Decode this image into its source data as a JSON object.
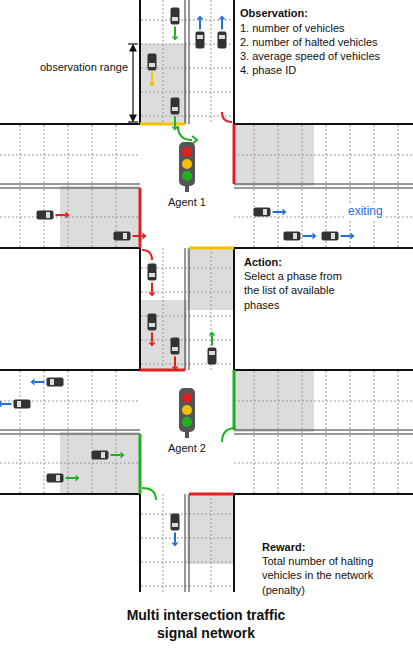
{
  "diagram": {
    "caption": "Multi intersection traffic signal network",
    "labels": [
      "observation range",
      "Observation:",
      "1. number of vehicles",
      "2. number of halted vehicles",
      "3. average speed of vehicles",
      "4. phase ID",
      "Agent 1",
      "exiting",
      "Action:",
      "Select a phase from the list of available phases",
      "Agent 2",
      "Reward:",
      "Total number of halting vehicles in the network (penalty)"
    ]
  }
}
